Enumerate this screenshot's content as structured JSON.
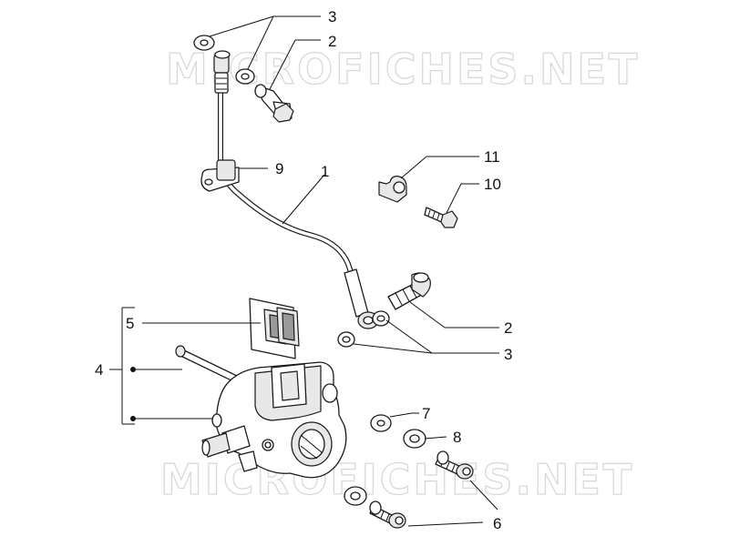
{
  "watermark": {
    "text": "MICROFICHES.NET",
    "color": "#c8c8c8"
  },
  "callouts": [
    {
      "id": "1",
      "label": "1"
    },
    {
      "id": "2a",
      "label": "2"
    },
    {
      "id": "2b",
      "label": "2"
    },
    {
      "id": "3a",
      "label": "3"
    },
    {
      "id": "3b",
      "label": "3"
    },
    {
      "id": "4",
      "label": "4"
    },
    {
      "id": "5",
      "label": "5"
    },
    {
      "id": "6",
      "label": "6"
    },
    {
      "id": "7",
      "label": "7"
    },
    {
      "id": "8",
      "label": "8"
    },
    {
      "id": "9",
      "label": "9"
    },
    {
      "id": "10",
      "label": "10"
    },
    {
      "id": "11",
      "label": "11"
    }
  ],
  "colors": {
    "line": "#1a1a1a",
    "shade": "#e8e8e8",
    "dark": "#9a9a9a"
  }
}
